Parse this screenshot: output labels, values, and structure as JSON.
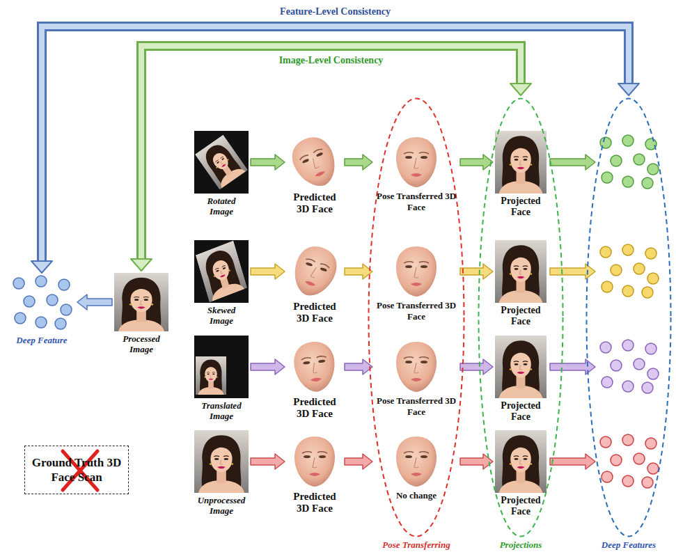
{
  "diagram": {
    "nodes": [
      {
        "text": [
          "Deep Feature"
        ]
      },
      {
        "text": [
          "Processed Image"
        ]
      },
      {
        "text": [
          "Ground Truth 3D Face Scan"
        ]
      },
      {
        "text": [
          "Pose Transferring"
        ]
      },
      {
        "text": [
          "Projections"
        ]
      },
      {
        "text": [
          "Deep Features"
        ]
      },
      {
        "text": [
          "Rotated Image"
        ]
      },
      {
        "text": [
          "Predicted 3D Face"
        ]
      },
      {
        "text": [
          "Pose Transferred 3D Face"
        ],
        "in": 3
      },
      {
        "text": [
          "Projected Face"
        ],
        "in": 4
      },
      {
        "text": [
          "Skewed Image"
        ]
      },
      {
        "text": [
          "Predicted 3D Face"
        ]
      },
      {
        "text": [
          "Pose Transferred 3D Face"
        ],
        "in": 3
      },
      {
        "text": [
          "Projected Face"
        ],
        "in": 4
      },
      {
        "text": [
          "Translated Image"
        ]
      },
      {
        "text": [
          "Predicted 3D Face"
        ]
      },
      {
        "text": [
          "Pose Transferred 3D Face"
        ],
        "in": 3
      },
      {
        "text": [
          "Projected Face"
        ],
        "in": 4
      },
      {
        "text": [
          "Unprocessed Image"
        ]
      },
      {
        "text": [
          "Predicted 3D Face"
        ]
      },
      {
        "text": [
          "No change"
        ],
        "in": 3
      },
      {
        "text": [
          "Projected Face"
        ],
        "in": 4
      }
    ],
    "edges": [
      {
        "from": 1,
        "to": 0,
        "arrow": "to"
      },
      {
        "from": 0,
        "to": 5,
        "arrow": "both",
        "label": "Feature-Level Consistency"
      },
      {
        "from": 1,
        "to": 4,
        "arrow": "both",
        "label": "Image-Level Consistency"
      },
      {
        "from": 6,
        "to": 7,
        "arrow": "to"
      },
      {
        "from": 7,
        "to": 8,
        "arrow": "to"
      },
      {
        "from": 8,
        "to": 9,
        "arrow": "to"
      },
      {
        "from": 10,
        "to": 11,
        "arrow": "to"
      },
      {
        "from": 11,
        "to": 12,
        "arrow": "to"
      },
      {
        "from": 12,
        "to": 13,
        "arrow": "to"
      },
      {
        "from": 14,
        "to": 15,
        "arrow": "to"
      },
      {
        "from": 15,
        "to": 16,
        "arrow": "to"
      },
      {
        "from": 16,
        "to": 17,
        "arrow": "to"
      },
      {
        "from": 18,
        "to": 19,
        "arrow": "to"
      },
      {
        "from": 19,
        "to": 20,
        "arrow": "to"
      },
      {
        "from": 20,
        "to": 21,
        "arrow": "to"
      }
    ]
  }
}
